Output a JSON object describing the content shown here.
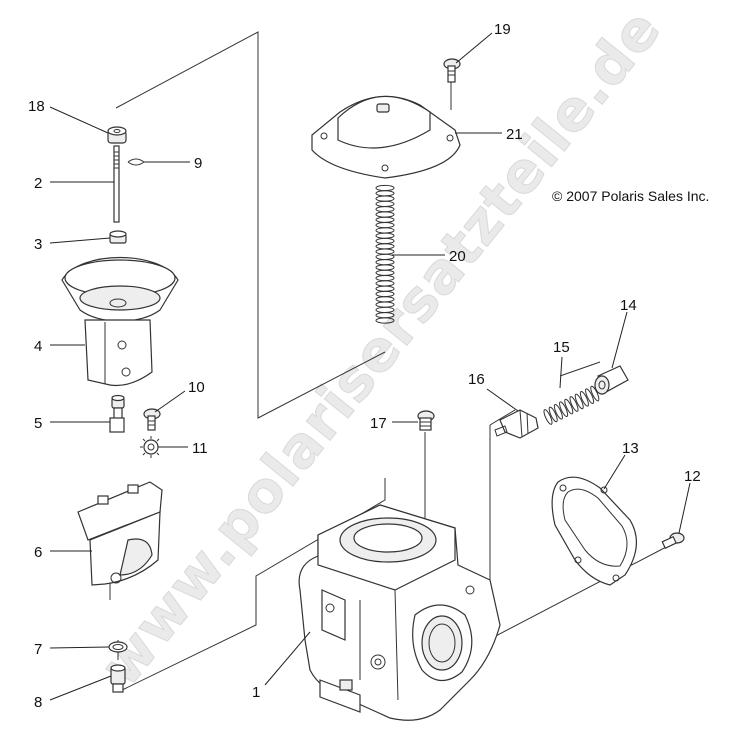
{
  "diagram": {
    "copyright": "© 2007 Polaris Sales Inc.",
    "watermark": "www.polarisersatzteile.de",
    "callouts": [
      {
        "id": "1",
        "label": "1"
      },
      {
        "id": "2",
        "label": "2"
      },
      {
        "id": "3",
        "label": "3"
      },
      {
        "id": "4",
        "label": "4"
      },
      {
        "id": "5",
        "label": "5"
      },
      {
        "id": "6",
        "label": "6"
      },
      {
        "id": "7",
        "label": "7"
      },
      {
        "id": "8",
        "label": "8"
      },
      {
        "id": "9",
        "label": "9"
      },
      {
        "id": "10",
        "label": "10"
      },
      {
        "id": "11",
        "label": "11"
      },
      {
        "id": "12",
        "label": "12"
      },
      {
        "id": "13",
        "label": "13"
      },
      {
        "id": "14",
        "label": "14"
      },
      {
        "id": "15",
        "label": "15"
      },
      {
        "id": "16",
        "label": "16"
      },
      {
        "id": "17",
        "label": "17"
      },
      {
        "id": "18",
        "label": "18"
      },
      {
        "id": "19",
        "label": "19"
      },
      {
        "id": "20",
        "label": "20"
      },
      {
        "id": "21",
        "label": "21"
      }
    ]
  }
}
